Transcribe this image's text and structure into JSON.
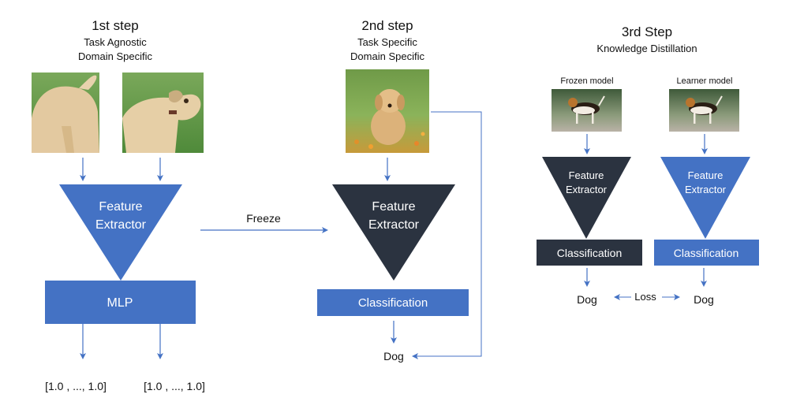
{
  "step1": {
    "title": "1st step",
    "subtitle_line1": "Task Agnostic",
    "subtitle_line2": "Domain Specific",
    "extractor_line1": "Feature",
    "extractor_line2": "Extractor",
    "mlp_label": "MLP",
    "output_left": "[1.0 , ..., 1.0]",
    "output_right": "[1.0 , ..., 1.0]"
  },
  "freeze_label": "Freeze",
  "step2": {
    "title": "2nd step",
    "subtitle_line1": "Task Specific",
    "subtitle_line2": "Domain Specific",
    "extractor_line1": "Feature",
    "extractor_line2": "Extractor",
    "classification_label": "Classification",
    "output_label": "Dog"
  },
  "step3": {
    "title": "3rd Step",
    "subtitle": "Knowledge Distillation",
    "frozen_label": "Frozen model",
    "learner_label": "Learner model",
    "frozen_extractor_line1": "Feature",
    "frozen_extractor_line2": "Extractor",
    "learner_extractor_line1": "Feature",
    "learner_extractor_line2": "Extractor",
    "frozen_classification_label": "Classification",
    "learner_classification_label": "Classification",
    "frozen_output": "Dog",
    "learner_output": "Dog",
    "loss_label": "Loss"
  },
  "colors": {
    "blue": "#4472c4",
    "dark": "#2b3340",
    "arrow": "#4472c4"
  }
}
